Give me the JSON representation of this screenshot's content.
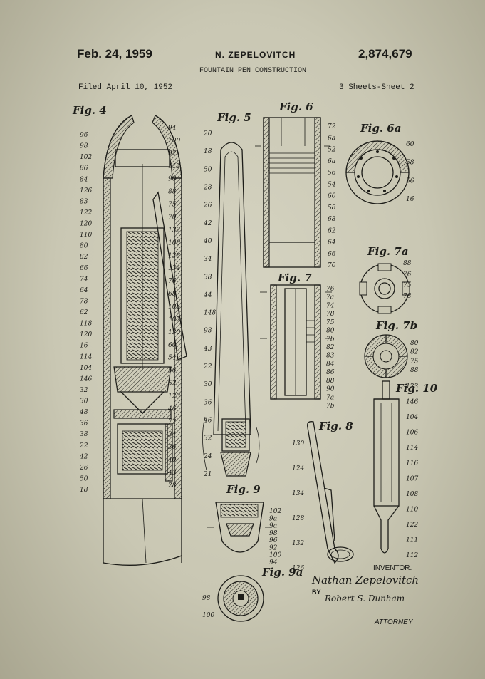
{
  "header": {
    "date": "Feb. 24, 1959",
    "inventor": "N. ZEPELOVITCH",
    "patent_number": "2,874,679",
    "title": "FOUNTAIN PEN CONSTRUCTION",
    "filed": "Filed April 10, 1952",
    "sheets": "3 Sheets-Sheet 2"
  },
  "figures": {
    "fig4": "Fig. 4",
    "fig5": "Fig. 5",
    "fig6": "Fig. 6",
    "fig6a": "Fig. 6a",
    "fig7": "Fig. 7",
    "fig7a": "Fig. 7a",
    "fig7b": "Fig. 7b",
    "fig8": "Fig. 8",
    "fig9": "Fig. 9",
    "fig9a": "Fig. 9a",
    "fig10": "Fig. 10"
  },
  "labels": {
    "fig4_left": [
      "96",
      "98",
      "102",
      "86",
      "84",
      "126",
      "83",
      "122",
      "120",
      "110",
      "80",
      "82",
      "66",
      "74",
      "64",
      "78",
      "62",
      "118",
      "120",
      "16",
      "114",
      "104",
      "146",
      "32",
      "30",
      "48",
      "36",
      "38",
      "22",
      "42",
      "26",
      "50",
      "18"
    ],
    "fig4_right": [
      "94",
      "100",
      "92",
      "112",
      "90",
      "88",
      "75",
      "70",
      "132",
      "108",
      "128",
      "134",
      "76",
      "68",
      "106",
      "107",
      "130",
      "60",
      "54",
      "56",
      "52",
      "123",
      "46",
      "72",
      "34",
      "36",
      "40",
      "43",
      "28"
    ],
    "fig5": [
      "20",
      "18",
      "50",
      "28",
      "26",
      "42",
      "40",
      "34",
      "38",
      "44",
      "148",
      "98",
      "43",
      "22",
      "30",
      "36",
      "46",
      "32",
      "24",
      "21"
    ],
    "fig6": [
      "72",
      "6a",
      "52",
      "6a",
      "56",
      "54",
      "60",
      "58",
      "68",
      "62",
      "64",
      "66",
      "70"
    ],
    "fig6a": [
      "60",
      "58",
      "56",
      "16"
    ],
    "fig7": [
      "76",
      "7a",
      "74",
      "78",
      "75",
      "80",
      "7b",
      "82",
      "83",
      "84",
      "86",
      "88",
      "90",
      "7a",
      "7b"
    ],
    "fig7a": [
      "88",
      "76",
      "75",
      "78"
    ],
    "fig7b": [
      "80",
      "82",
      "75",
      "88"
    ],
    "fig8": [
      "130",
      "124",
      "134",
      "128",
      "132",
      "126"
    ],
    "fig9": [
      "102",
      "9a",
      "9a",
      "98",
      "96",
      "92",
      "100",
      "94"
    ],
    "fig9a": [
      "98",
      "100"
    ],
    "fig10": [
      "123",
      "146",
      "104",
      "106",
      "114",
      "116",
      "107",
      "108",
      "110",
      "122",
      "111",
      "112"
    ]
  },
  "signature": {
    "inventor_label": "INVENTOR.",
    "inventor_name": "Nathan Zepelovitch",
    "by": "BY",
    "attorney_name": "Robert S. Dunham",
    "attorney_label": "ATTORNEY"
  }
}
